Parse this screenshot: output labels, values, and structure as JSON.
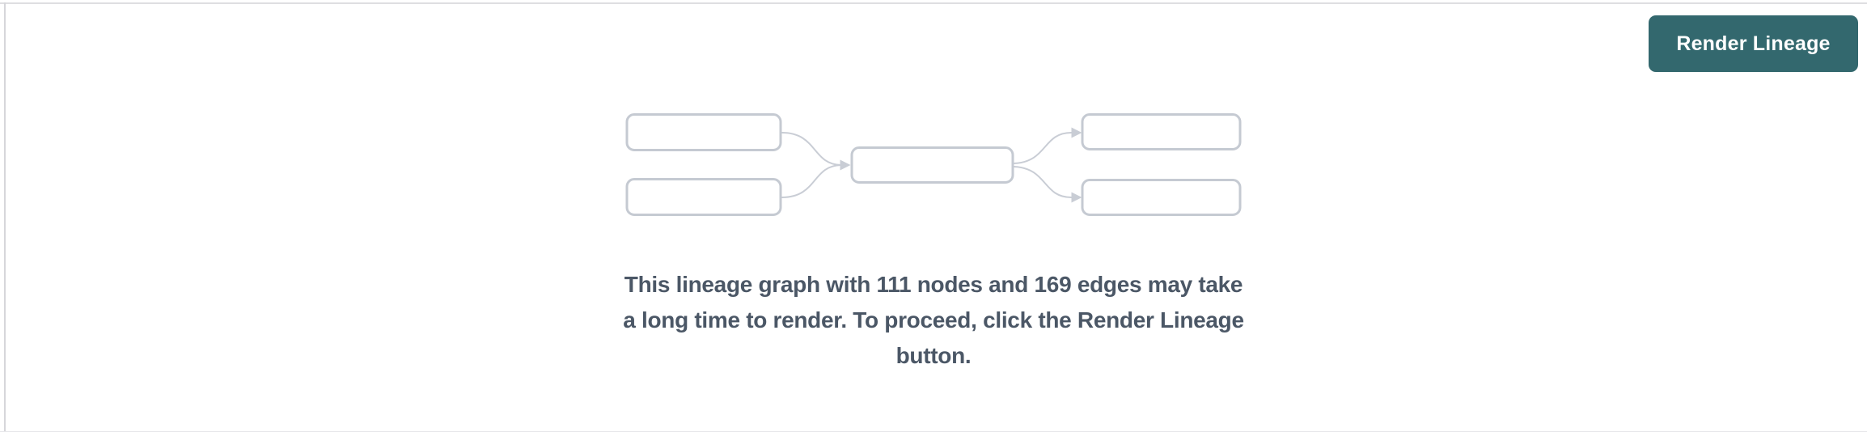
{
  "toolbar": {
    "render_button_label": "Render Lineage"
  },
  "empty_state": {
    "node_count": "111",
    "edge_count": "169",
    "message_lines": [
      "This lineage graph with 111 nodes and 169 edges may take",
      "a long time to render. To proceed, click the Render Lineage",
      "button."
    ],
    "illustration_description": "lineage-graph-placeholder"
  },
  "colors": {
    "accent_teal": "#33686E",
    "button_text": "#FFFFFF",
    "box_border_gray": "#C5CAD2",
    "edge_gray": "#C9CDD5",
    "message_text": "#4B5766",
    "panel_border": "#DEDEE1"
  }
}
